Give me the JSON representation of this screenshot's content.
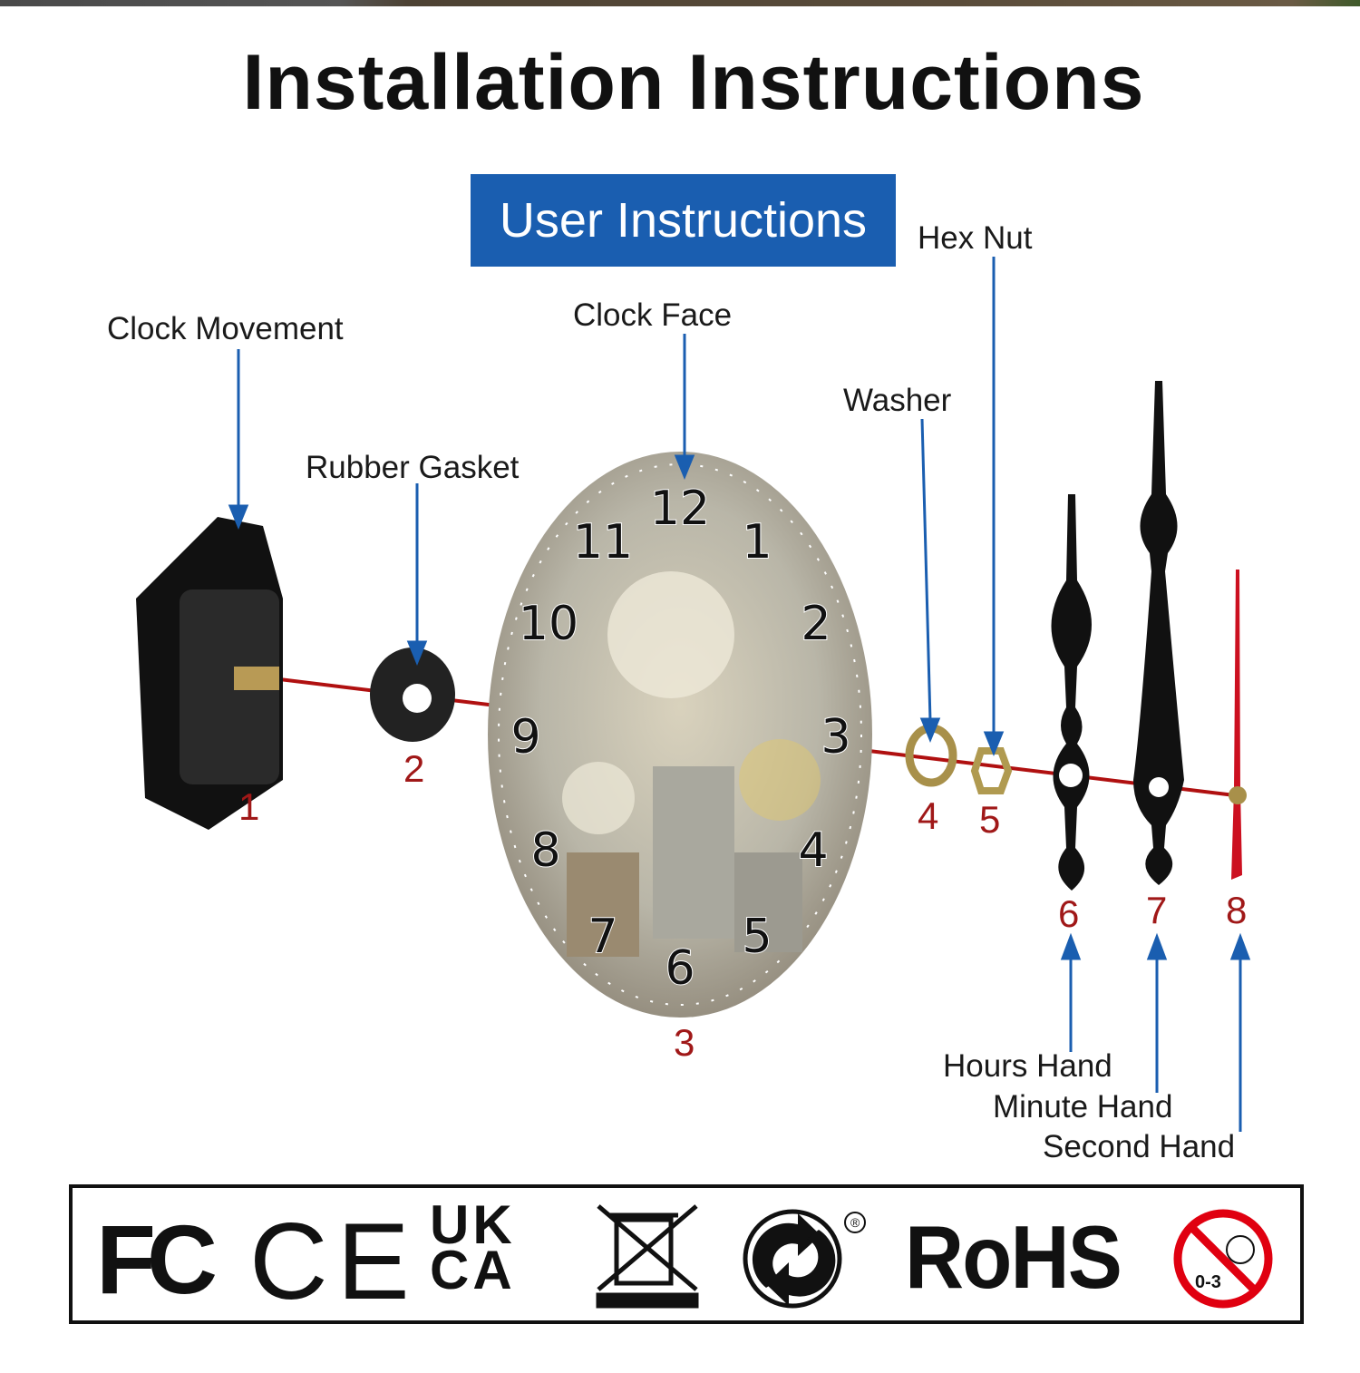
{
  "title": "Installation Instructions",
  "badge": "User Instructions",
  "parts": [
    {
      "name": "Clock Movement",
      "number": "1"
    },
    {
      "name": "Rubber Gasket",
      "number": "2"
    },
    {
      "name": "Clock Face",
      "number": "3"
    },
    {
      "name": "Washer",
      "number": "4"
    },
    {
      "name": "Hex Nut",
      "number": "5"
    },
    {
      "name": "Hours Hand",
      "number": "6"
    },
    {
      "name": "Minute Hand",
      "number": "7"
    },
    {
      "name": "Second Hand",
      "number": "8"
    }
  ],
  "clock_face_numerals": [
    "12",
    "1",
    "2",
    "3",
    "4",
    "5",
    "6",
    "7",
    "8",
    "9",
    "10",
    "11"
  ],
  "certifications": {
    "fcc": "FC",
    "ce": "CE",
    "ukca_top": "UK",
    "ukca_bottom": "CA",
    "rohs": "RoHS",
    "registered": "®",
    "age_warning": "0-3"
  },
  "colors": {
    "accent_blue": "#1a5eb0",
    "number_red": "#a01818",
    "axis_red": "#b01010"
  }
}
